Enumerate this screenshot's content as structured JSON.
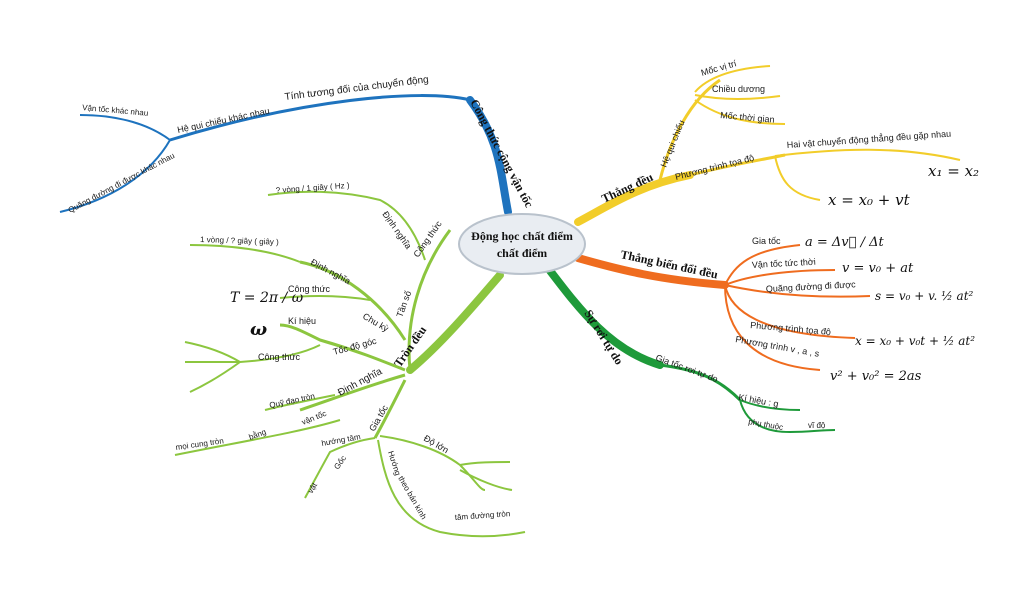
{
  "center": {
    "line1": "Động học chất điểm",
    "line2": "chất điểm"
  },
  "colors": {
    "blue": "#1e73be",
    "yellow": "#f2cd2a",
    "orange": "#ef6c1f",
    "green_dark": "#1e9a3a",
    "green_light": "#8cc63f",
    "center_fill": "#e9edf2"
  },
  "blue": {
    "main": "Công thức cộng vận tốc",
    "b1": "Tính tương đối của chuyển động",
    "b2": "Hệ qui chiếu khác nhau",
    "l1": "Vận tốc khác nhau",
    "l2": "Quãng đường đi được khác nhau"
  },
  "yellow": {
    "main": "Thẳng đều",
    "hqc": "Hệ qui chiếu",
    "moc_vi_tri": "Mốc vị trí",
    "chieu_duong": "Chiều dương",
    "moc_thoi_gian": "Mốc thời gian",
    "pttd": "Phương trình tọa độ",
    "gap_nhau": "Hai vật chuyển động thẳng đều gặp nhau",
    "eq1": "x₁ = x₂",
    "eq2": "x = x₀ + vt"
  },
  "orange": {
    "main": "Thẳng biến đổi đều",
    "gia_toc": "Gia tốc",
    "eq_a": "a = Δv⃗ / Δt",
    "van_toc": "Vận tốc tức thời",
    "eq_v": "v = v₀ + at",
    "quang_duong": "Quãng đường đi được",
    "eq_s": "s = v₀ + v. ½ at²",
    "pttd": "Phương trình tọa độ",
    "eq_x": "x = x₀ + v₀t + ½ at²",
    "ptvas": "Phương trình v , a , s",
    "eq_vas": "v² + v₀² = 2as"
  },
  "green": {
    "main": "Sự rơi tự do",
    "gia_toc": "Gia tốc rơi tự do",
    "ki_hieu": "Kí hiệu : g",
    "phu_thuoc": "phụ thuộc",
    "vi_do": "vĩ độ"
  },
  "tron_deu": {
    "main": "Tròn đều",
    "tan_so": "Tần số",
    "dinh_nghia_ts": "Định nghĩa",
    "cong_thuc_ts": "Công thức",
    "vong_giay": "? vòng / 1 giây ( Hz )",
    "chu_ky": "Chu kỳ",
    "dinh_nghia_ck": "Định nghĩa",
    "giay_vong": "1 vòng / ? giây ( giây )",
    "cong_thuc_ck": "Công thức",
    "eq_T": "T = 2π / ω",
    "toc_do_goc": "Tốc độ góc",
    "ki_hieu": "Kí hiệu",
    "omega": "ω",
    "cong_thuc_tdg": "Công thức",
    "dinh_nghia": "Định nghĩa",
    "quy_dao": "Quỹ đạo tròn",
    "van_toc": "vận tốc",
    "bang": "bằng",
    "moi_cung": "mọi cung tròn",
    "gia_toc": "Gia tốc",
    "huong_tam": "hướng tâm",
    "goc": "Gốc",
    "vat": "vật",
    "huong": "Hướng",
    "theo_ban_kinh": "theo bán kính",
    "tam_duong_tron": "tâm đường tròn",
    "do_lon": "Độ lớn"
  }
}
